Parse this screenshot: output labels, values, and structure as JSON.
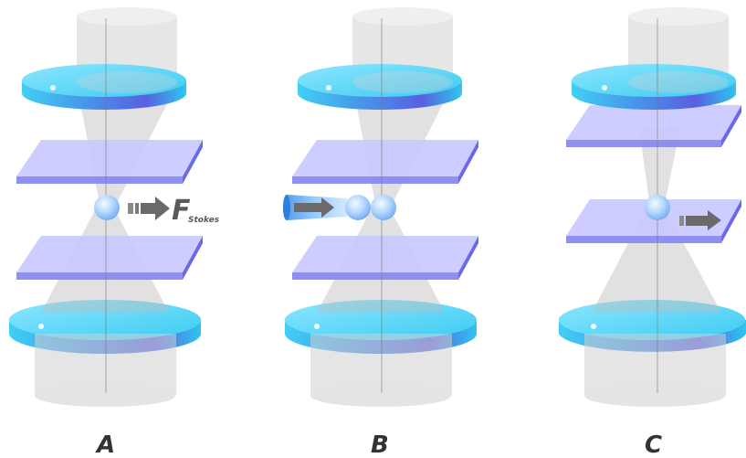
{
  "panels": [
    {
      "label": "A",
      "force": {
        "symbol": "F",
        "subscript": "Stokes"
      }
    },
    {
      "label": "B"
    },
    {
      "label": "C"
    }
  ],
  "colors": {
    "lens": "#33c4ee",
    "lens_dark": "#5566e0",
    "slide": "#c8c8ff",
    "slide_edge": "#7777ee",
    "bead": "#b9dcff",
    "arrow": "#6a6a6a",
    "cone": "#c9c9c9",
    "label": "#333333"
  }
}
